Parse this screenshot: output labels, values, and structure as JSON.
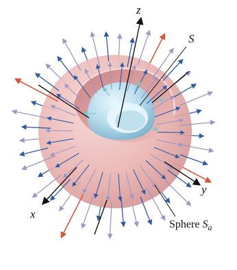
{
  "labels": {
    "z_axis": "z",
    "y_axis": "y",
    "x_axis": "x",
    "surface": "S",
    "sphere_prefix": "Sphere ",
    "sphere_symbol": "S",
    "sphere_subscript": "a"
  },
  "colors": {
    "outer_sphere": "#e3a9a8",
    "outer_sphere_light": "#f2c9c6",
    "inner_surface": "#a9d3e6",
    "inner_surface_light": "#d5eef8",
    "arrow_blue": "#2d5aa8",
    "arrow_lavender": "#9b97c6",
    "arrow_red": "#d8553c",
    "arrow_teal": "#7fc7c0",
    "axis": "#111111"
  }
}
